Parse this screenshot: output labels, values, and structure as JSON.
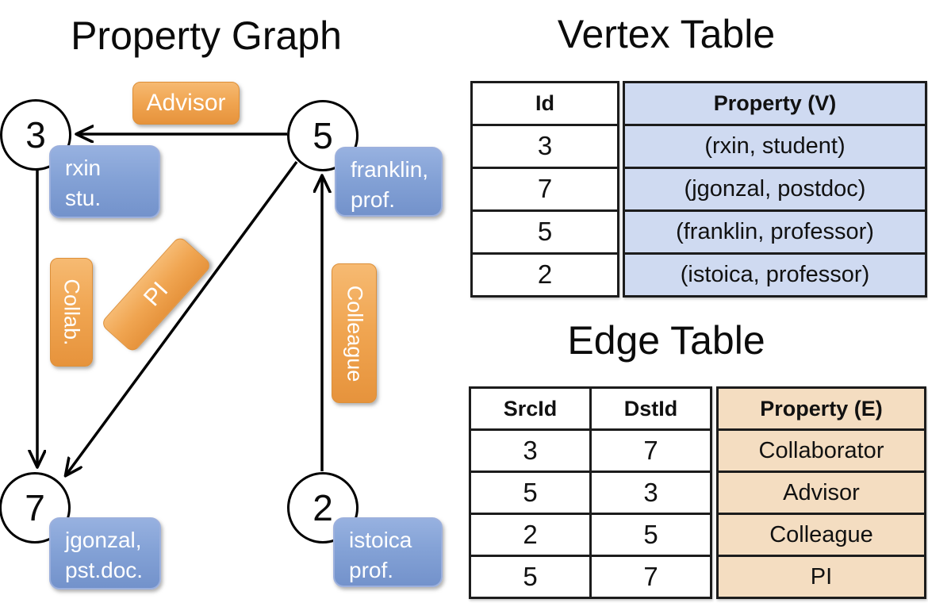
{
  "graph": {
    "title": "Property Graph",
    "nodes": {
      "n3": "3",
      "n5": "5",
      "n7": "7",
      "n2": "2"
    },
    "edge_labels": {
      "advisor": "Advisor",
      "collab": "Collab.",
      "pi": "PI",
      "colleague": "Colleague"
    },
    "vertex_properties": {
      "rxin": {
        "line1": "rxin",
        "line2": "stu."
      },
      "franklin": {
        "line1": "franklin,",
        "line2": "prof."
      },
      "jgonzal": {
        "line1": "jgonzal,",
        "line2": "pst.doc."
      },
      "istoica": {
        "line1": "istoica",
        "line2": "prof."
      }
    }
  },
  "vertex_table": {
    "title": "Vertex Table",
    "columns": {
      "id": "Id",
      "property": "Property (V)"
    },
    "rows": [
      {
        "id": "3",
        "property": "(rxin, student)"
      },
      {
        "id": "7",
        "property": "(jgonzal, postdoc)"
      },
      {
        "id": "5",
        "property": "(franklin, professor)"
      },
      {
        "id": "2",
        "property": "(istoica, professor)"
      }
    ]
  },
  "edge_table": {
    "title": "Edge Table",
    "columns": {
      "src": "SrcId",
      "dst": "DstId",
      "property": "Property (E)"
    },
    "rows": [
      {
        "src": "3",
        "dst": "7",
        "property": "Collaborator"
      },
      {
        "src": "5",
        "dst": "3",
        "property": "Advisor"
      },
      {
        "src": "2",
        "dst": "5",
        "property": "Colleague"
      },
      {
        "src": "5",
        "dst": "7",
        "property": "PI"
      }
    ]
  },
  "colors": {
    "edge_label_orange_top": "#f6ba72",
    "edge_label_orange_bottom": "#e6933c",
    "vertex_label_blue_top": "#97b1e0",
    "vertex_label_blue_bottom": "#7392cb",
    "vertex_table_cell_bg": "#cfdaf1",
    "edge_table_cell_bg": "#f4ddc1",
    "table_border": "#1c1c1c",
    "arrow": "#000000"
  }
}
